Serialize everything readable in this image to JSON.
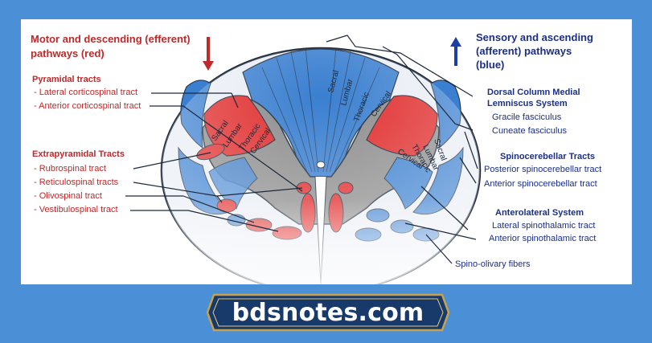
{
  "left_header": {
    "line1": "Motor and descending (efferent)",
    "line2": "pathways   (red)"
  },
  "right_header": {
    "line1": "Sensory and ascending",
    "line2": "(afferent) pathways",
    "line3": "(blue)"
  },
  "pyramidal": {
    "title": "Pyramidal tracts",
    "items": [
      "- Lateral corticospinal tract",
      "- Anterior corticospinal tract"
    ]
  },
  "extrapyramidal": {
    "title": "Extrapyramidal Tracts",
    "items": [
      "- Rubrospinal tract",
      "- Reticulospinal tracts",
      "- Olivospinal tract",
      "- Vestibulospinal tract"
    ]
  },
  "dorsal_column": {
    "title_line1": "Dorsal Column Medial",
    "title_line2": "Lemniscus System",
    "items": [
      "Gracile fasciculus",
      "Cuneate fasciculus"
    ]
  },
  "spinocerebellar": {
    "title": "Spinocerebellar Tracts",
    "items": [
      "Posterior spinocerebellar tract",
      "Anterior spinocerebellar tract"
    ]
  },
  "anterolateral": {
    "title": "Anterolateral System",
    "items": [
      "Lateral spinothalamic tract",
      "Anterior spinothalamic tract"
    ]
  },
  "spino_olivary": "Spino-olivary fibers",
  "cord_labels": {
    "dorsal": [
      "Sacral",
      "Lumbar",
      "Thoracic",
      "Cervical"
    ],
    "left_lateral": [
      "Sacral",
      "Lumbar",
      "Thoracic",
      "Cervical"
    ],
    "right_lateral": [
      "Cervical",
      "Thoracic",
      "Lumbar",
      "Sacral"
    ]
  },
  "banner": {
    "text": "bdsnotes.com"
  },
  "colors": {
    "background": "#4b8fd6",
    "efferent_red": "#e02a2a",
    "afferent_blue": "#3a7fd0",
    "grey_matter": "#8c8c8c",
    "banner_fill": "#173a6a",
    "banner_border": "#c9a14a"
  }
}
